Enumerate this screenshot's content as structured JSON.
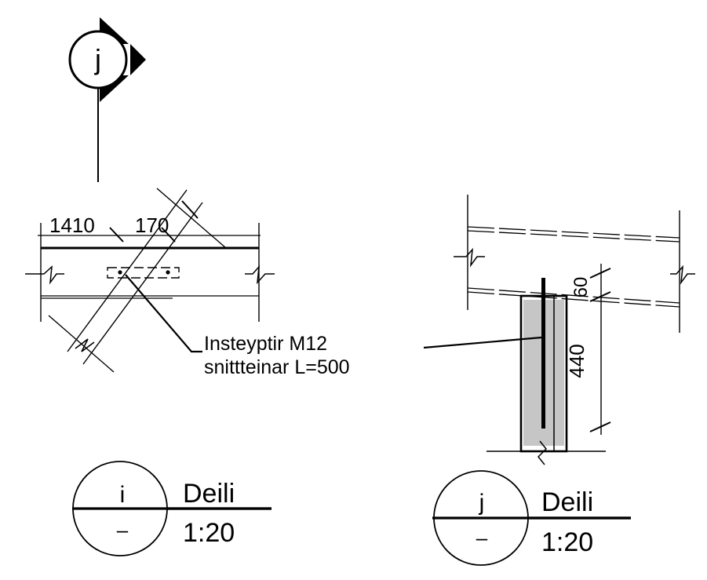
{
  "section_marker": {
    "letter": "j"
  },
  "left_detail": {
    "dim_a": "1410",
    "dim_b": "170",
    "note_line1": "Insteyptir  M12",
    "note_line2": "snittteinar  L=500"
  },
  "right_detail": {
    "dim_top": "60",
    "dim_side": "440"
  },
  "callout_i": {
    "letter": "i",
    "sub": "–",
    "title": "Deili",
    "scale": "1:20"
  },
  "callout_j": {
    "letter": "j",
    "sub": "–",
    "title": "Deili",
    "scale": "1:20"
  }
}
